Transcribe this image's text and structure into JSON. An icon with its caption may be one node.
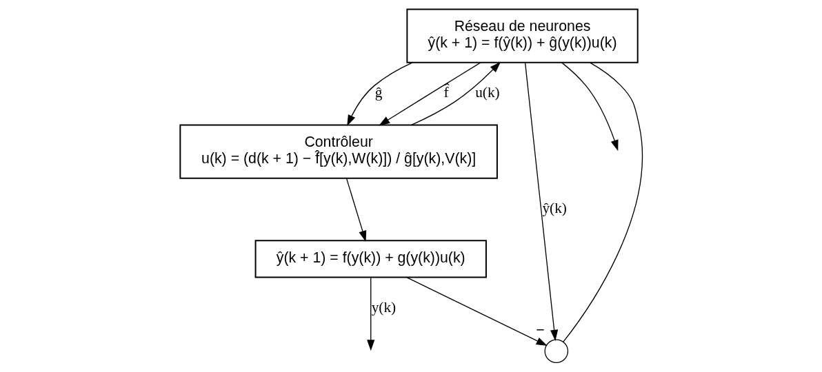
{
  "diagram": {
    "nodes": [
      {
        "text": [
          "Réseau de neurones",
          "ŷ(k + 1) = f(ŷ(k)) + ĝ(y(k))u(k)"
        ]
      },
      {
        "text": [
          "Contrôleur",
          "u(k) = (d(k + 1) − f̂[y(k),W(k)]) / ĝ[y(k),V(k)]"
        ]
      },
      {
        "text": [
          "ŷ(k + 1) = f(y(k)) + g(y(k))u(k)"
        ]
      },
      {
        "text": [],
        "shape": "circle",
        "beside": [
          "−"
        ]
      }
    ],
    "edges": [
      {
        "from": 0,
        "to": 1,
        "label": "ĝ",
        "arrow": "to"
      },
      {
        "from": 0,
        "to": 1,
        "label": "f̂",
        "arrow": "to"
      },
      {
        "from": 1,
        "to": 0,
        "label": "u(k)",
        "arrow": "to"
      },
      {
        "from": 1,
        "to": 2,
        "arrow": "to"
      },
      {
        "from": 0,
        "to": 3,
        "label": "ŷ(k)",
        "arrow": "to"
      },
      {
        "from": 2,
        "to": 3,
        "arrow": "to"
      },
      {
        "from": 2,
        "to": null,
        "label": "y(k)",
        "arrow": "to"
      },
      {
        "from": 3,
        "to": 0,
        "arrow": "none"
      },
      {
        "from": 0,
        "to": null,
        "arrow": "to"
      }
    ]
  }
}
